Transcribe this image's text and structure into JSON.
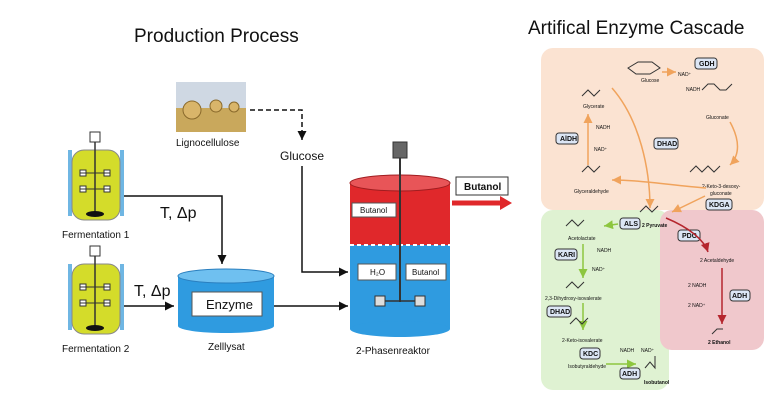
{
  "left": {
    "title": "Production Process",
    "lignocellulose": "Lignocellulose",
    "glucose": "Glucose",
    "ferm1": "Fermentation 1",
    "ferm2": "Fermentation 2",
    "tdp1": "T, Δp",
    "tdp2": "T, Δp",
    "enzyme": "Enzyme",
    "zelllysat": "Zelllysat",
    "reactor": "2-Phasenreaktor",
    "butanol_phase": "Butanol",
    "h2o": "H₂O",
    "butanol_lower": "Butanol",
    "butanol_out": "Butanol"
  },
  "right": {
    "title": "Artifical Enzyme Cascade",
    "enzymes": {
      "gdh": "GDH",
      "aldh": "AlDH",
      "dhad1": "DHAD",
      "kdga": "KDGA",
      "als": "ALS",
      "pdc": "PDC",
      "kari": "KARI",
      "dhad2": "DHAD",
      "kdc": "KDC",
      "adh1": "ADH",
      "adh2": "ADH"
    },
    "labels": {
      "glucose": "Glucose",
      "nad_top": "NAD⁺",
      "nadh_top": "NADH",
      "gluconate": "Gluconate",
      "glycerate": "Glycerate",
      "nadh_aldh": "NADH",
      "nad_aldh": "NAD⁺",
      "glyceraldehyde": "Glyceraldehyde",
      "kdg1": "2-Keto-3-desoxy-",
      "kdg2": "gluconate",
      "pyruvate": "2 Pyruvate",
      "acetolactate": "Acetolactate",
      "nadh_kari": "NADH",
      "nad_kari": "NAD⁺",
      "dihydroxy": "2,3-Dihydroxy-isovalerate",
      "keto_iso": "2-Keto-isovalerate",
      "isobutyraldehyde": "Isobutyraldehyde",
      "nadh_kdc": "NADH",
      "nad_kdc": "NAD⁺",
      "isobutanol": "Isobutanol",
      "acetaldehyde": "2 Acetaldehyde",
      "nadh2": "2 NADH",
      "nad2": "2 NAD⁺",
      "ethanol": "2 Ethanol"
    }
  },
  "colors": {
    "fermenter": "#d4dc2a",
    "lysate": "#2f9be0",
    "reactor_top": "#e0282b",
    "reactor_bottom": "#2f9be0",
    "panel_top": "#fbe3d2",
    "panel_left": "#dff2d2",
    "panel_right": "#f0c8cc",
    "arrow_orange": "#f0a35c",
    "arrow_green": "#8dc63f",
    "arrow_red": "#b5262e",
    "enzyme_box": "#dce6f5"
  }
}
